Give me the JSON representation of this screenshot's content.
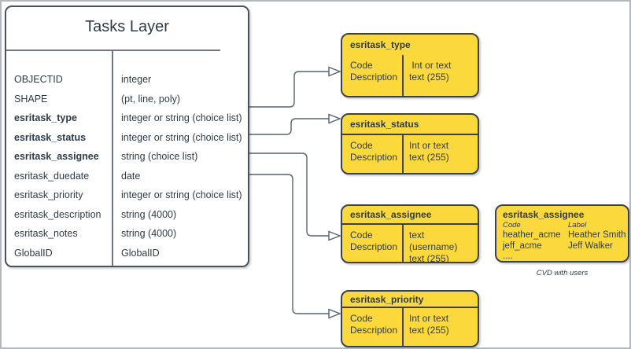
{
  "table": {
    "title": "Tasks Layer",
    "rows": [
      {
        "name": "OBJECTID",
        "type": "integer"
      },
      {
        "name": "SHAPE",
        "type": "(pt, line, poly)"
      },
      {
        "name": "esritask_type",
        "type": "integer or string (choice list)"
      },
      {
        "name": "esritask_status",
        "type": "integer or string (choice list)"
      },
      {
        "name": "esritask_assignee",
        "type": "string (choice list)"
      },
      {
        "name": "esritask_duedate",
        "type": "date"
      },
      {
        "name": "esritask_priority",
        "type": "integer or string (choice list)"
      },
      {
        "name": "esritask_description",
        "type": "string (4000)"
      },
      {
        "name": "esritask_notes",
        "type": "string (4000)"
      },
      {
        "name": "GlobalID",
        "type": "GlobalID"
      }
    ]
  },
  "domain_boxes": [
    {
      "title": "esritask_type",
      "left": [
        "Code",
        "Description"
      ],
      "right": [
        " Int or text",
        "text (255)"
      ]
    },
    {
      "title": "esritask_status",
      "left": [
        "Code",
        "Description"
      ],
      "right": [
        "Int or text",
        "text (255)"
      ]
    },
    {
      "title": "esritask_assignee",
      "left": [
        "Code",
        "Description"
      ],
      "right": [
        "text  (username)",
        "text (255)"
      ]
    },
    {
      "title": "esritask_priority",
      "left": [
        "Code",
        "Description"
      ],
      "right": [
        "Int or text",
        "text (255)"
      ]
    }
  ],
  "cvd_box": {
    "title": "esritask_assignee",
    "columns": {
      "code": "Code",
      "label": "Label"
    },
    "rows": [
      {
        "code": "heather_acme",
        "label": "Heather Smith"
      },
      {
        "code": "jeff_acme",
        "label": "Jeff Walker"
      }
    ],
    "ellipsis": "....",
    "caption": "CVD with users"
  },
  "colors": {
    "box_fill": "#fbd93d",
    "box_border": "#3a434d",
    "table_border": "#46525e",
    "inner_line": "#6e7884",
    "connector": "#56616d",
    "text": "#2e3b47",
    "frame_border": "#b4b9bf"
  }
}
